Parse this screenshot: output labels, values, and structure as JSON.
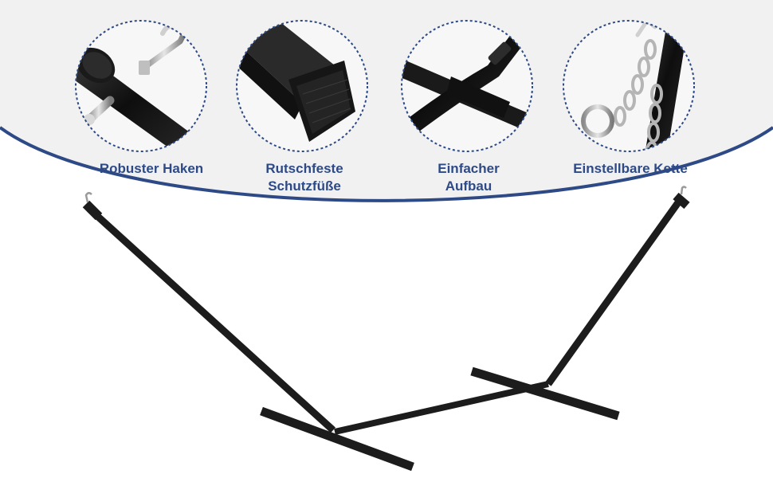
{
  "features": [
    {
      "lines": [
        "Robuster Haken"
      ],
      "icon": "hook-closeup-icon"
    },
    {
      "lines": [
        "Rutschfeste",
        "Schutzfüße"
      ],
      "icon": "foot-cap-closeup-icon"
    },
    {
      "lines": [
        "Einfacher",
        "Aufbau"
      ],
      "icon": "frame-joint-closeup-icon"
    },
    {
      "lines": [
        "Einstellbare Kette"
      ],
      "icon": "chain-closeup-icon"
    }
  ],
  "colors": {
    "banner": "#f1f1f1",
    "banner_edge": "#2e4a86",
    "label": "#2e4a86",
    "circle_ring": "#2e4a86",
    "frame": "#1c1c1c"
  }
}
